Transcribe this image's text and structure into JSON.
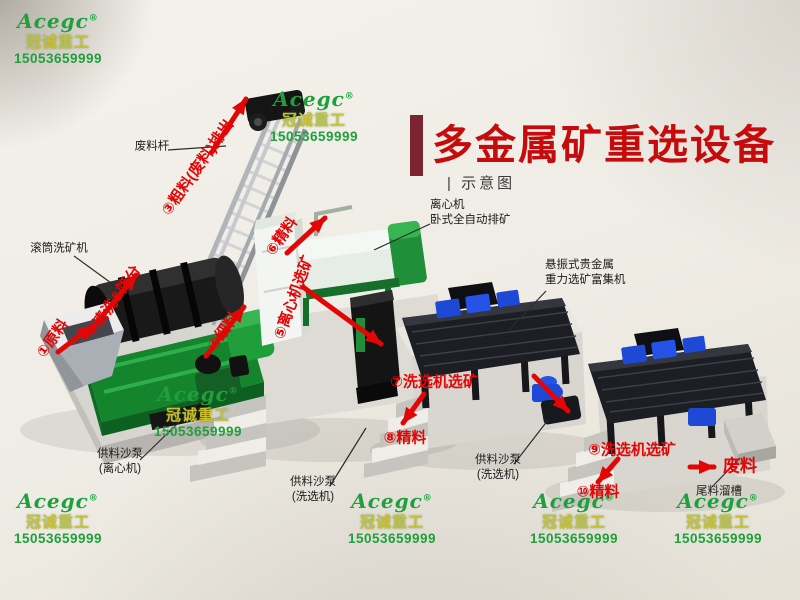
{
  "title": {
    "text": "多金属矿重选设备",
    "subtitle": "| 示意图"
  },
  "watermark": {
    "brand": "Acegc",
    "reg": "®",
    "company": "冠诚重工",
    "phone": "15053659999"
  },
  "flow": {
    "step1": "①原料",
    "step2": "②清洗&筛分",
    "step3": "③粗料(废料)排出",
    "step4": "④细料",
    "step5": "⑤离心机选矿",
    "step6": "⑥精料",
    "step7": "⑦洗选机选矿",
    "step8": "⑧精料",
    "step9": "⑨洗选机选矿",
    "step10": "⑩精料",
    "waste_out": "废料"
  },
  "equipment": {
    "waste_rod": "废料杆",
    "drum_washer": "滚筒洗矿机",
    "centrifuge": {
      "line1": "离心机",
      "line2": "卧式全自动排矿"
    },
    "shaker": {
      "line1": "悬振式贵金属",
      "line2": "重力选矿富集机"
    },
    "pump_centrifuge": {
      "line1": "供料沙泵",
      "line2": "(离心机)"
    },
    "pump_washer1": {
      "line1": "供料沙泵",
      "line2": "(洗选机)"
    },
    "pump_washer2": {
      "line1": "供料沙泵",
      "line2": "(洗选机)"
    },
    "tailings_chute": "尾料溜槽"
  },
  "colors": {
    "title_red": "#c50b0b",
    "title_bar_maroon": "#7c2330",
    "flow_red": "#e20606",
    "brand_green": "#1fa03c",
    "brand_yellow": "#cdbd2e",
    "machine_green": "#1f8f3a",
    "table_blue": "#1d49d6",
    "background_cream": "#efece5"
  }
}
